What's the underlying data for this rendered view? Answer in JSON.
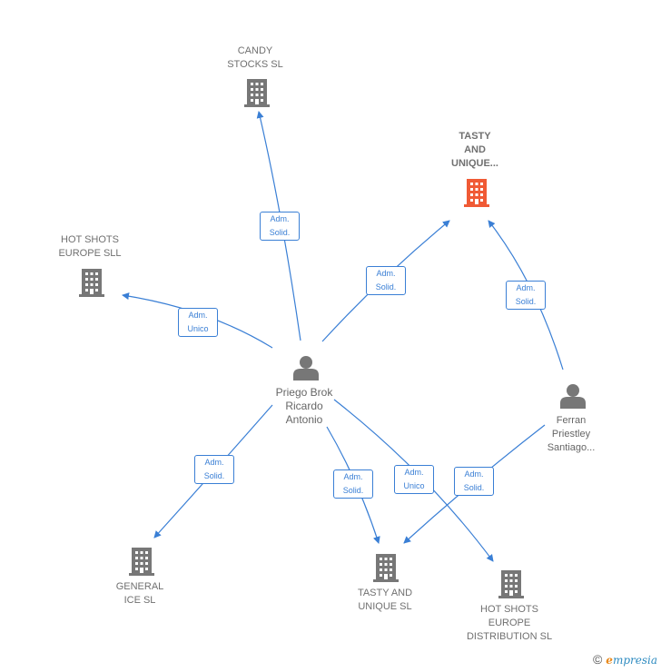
{
  "colors": {
    "edge": "#3a7fd5",
    "company": "#777777",
    "highlight": "#f05a35",
    "person": "#777777"
  },
  "nodes": {
    "candy": {
      "lines": [
        "CANDY",
        "STOCKS SL"
      ],
      "icon": "building-icon"
    },
    "tasty_top": {
      "lines": [
        "TASTY",
        "AND",
        "UNIQUE..."
      ],
      "icon": "building-icon"
    },
    "hotshots_eu": {
      "lines": [
        "HOT SHOTS",
        "EUROPE SLL"
      ],
      "icon": "building-icon"
    },
    "priego": {
      "lines": [
        "Priego Brok",
        "Ricardo",
        "Antonio"
      ],
      "icon": "person-icon"
    },
    "ferran": {
      "lines": [
        "Ferran",
        "Priestley",
        "Santiago..."
      ],
      "icon": "person-icon"
    },
    "general": {
      "lines": [
        "GENERAL",
        "ICE SL"
      ],
      "icon": "building-icon"
    },
    "tasty_bottom": {
      "lines": [
        "TASTY AND",
        "UNIQUE SL"
      ],
      "icon": "building-icon"
    },
    "hotshots_dist": {
      "lines": [
        "HOT SHOTS",
        "EUROPE",
        "DISTRIBUTION SL"
      ],
      "icon": "building-icon"
    }
  },
  "edges": {
    "e1": {
      "lines": [
        "Adm.",
        "Solid."
      ]
    },
    "e2": {
      "lines": [
        "Adm.",
        "Unico"
      ]
    },
    "e3": {
      "lines": [
        "Adm.",
        "Solid."
      ]
    },
    "e4": {
      "lines": [
        "Adm.",
        "Solid."
      ]
    },
    "e5": {
      "lines": [
        "Adm.",
        "Solid."
      ]
    },
    "e6": {
      "lines": [
        "Adm.",
        "Solid."
      ]
    },
    "e7": {
      "lines": [
        "Adm.",
        "Unico"
      ]
    },
    "e8": {
      "lines": [
        "Adm.",
        "Solid."
      ]
    }
  },
  "credit": {
    "symbol": "©",
    "brand_initial": "e",
    "brand_rest": "mpresia"
  }
}
